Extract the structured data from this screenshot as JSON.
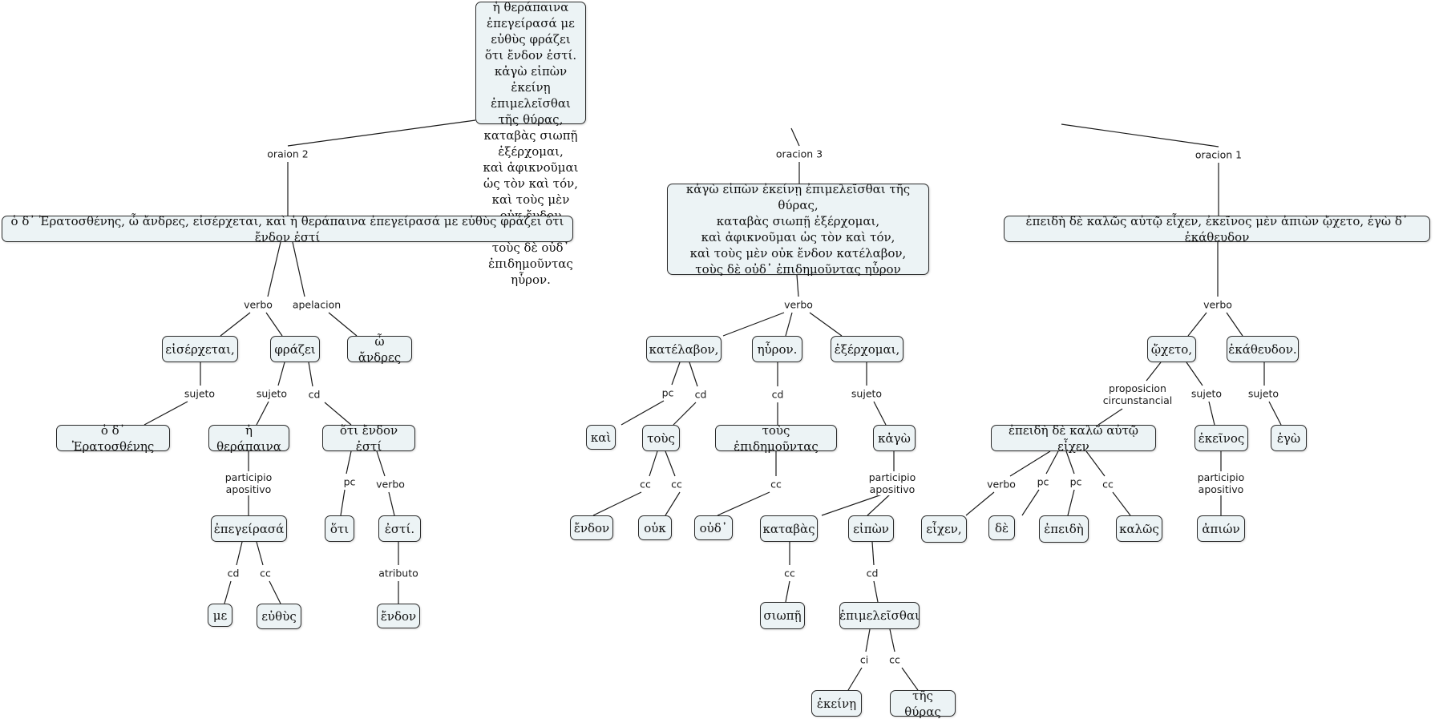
{
  "nodes": [
    {
      "id": "root",
      "text": "ἐπειδὴ δὲ καλῶς αὐτῷ εἶχεν, ἐκεῖνος μὲν ἀπιὼν ᾤχετο, ἐγὼ δ᾽ ἐκάθευδον.\nὁ δ᾽ Ἐρατοσθένης, ὦ ἄνδρες, εἰσέρχεται, καὶ ἡ θεράπαινα ἐπεγείρασά με εὐθὺς φράζει ὅτι ἔνδον ἐστί.\nκἀγὼ εἰπὼν ἐκείνῃ ἐπιμελεῖσθαι τῆς θύρας,\nκαταβὰς σιωπῇ ἐξέρχομαι,\nκαὶ ἀφικνοῦμαι ὡς τὸν καὶ τόν,\nκαὶ τοὺς μὲν οὐκ ἔνδον κατέλαβον,\nτοὺς δὲ οὐδ᾽ ἐπιδημοῦντας ηὗρον."
    },
    {
      "id": "s2",
      "text": "ὁ δ᾽ Ἐρατοσθένης, ὦ ἄνδρες, εἰσέρχεται, καὶ ἡ θεράπαινα ἐπεγείρασά με εὐθὺς φράζει ὅτι ἔνδον ἐστί"
    },
    {
      "id": "s3",
      "text": "κἀγὼ εἰπὼν ἐκείνῃ ἐπιμελεῖσθαι τῆς θύρας,\nκαταβὰς σιωπῇ ἐξέρχομαι,\nκαὶ ἀφικνοῦμαι ὡς τὸν καὶ τόν,\nκαὶ τοὺς μὲν οὐκ ἔνδον κατέλαβον,\nτοὺς δὲ οὐδ᾽ ἐπιδημοῦντας ηὗρον"
    },
    {
      "id": "s1",
      "text": "ἐπειδὴ δὲ καλῶς αὐτῷ εἶχεν, ἐκεῖνος μὲν ἀπιὼν ᾤχετο, ἐγὼ δ᾽ ἐκάθευδον"
    },
    {
      "id": "n_eiserchetai",
      "text": "εἰσέρχεται,"
    },
    {
      "id": "n_phrazei",
      "text": "φράζει"
    },
    {
      "id": "n_andres",
      "text": "ὦ ἄνδρες"
    },
    {
      "id": "n_eratosthenes",
      "text": "ὁ δ᾽ Ἐρατοσθένης"
    },
    {
      "id": "n_therapaina",
      "text": "ἡ θεράπαινα"
    },
    {
      "id": "n_hoti_endon",
      "text": "ὅτι ἔνδον ἐστί"
    },
    {
      "id": "n_epegeirasa",
      "text": "ἐπεγείρασά"
    },
    {
      "id": "n_hoti",
      "text": "ὅτι"
    },
    {
      "id": "n_esti",
      "text": "ἐστί."
    },
    {
      "id": "n_me",
      "text": "με"
    },
    {
      "id": "n_euthus",
      "text": "εὐθὺς"
    },
    {
      "id": "n_endon_a",
      "text": "ἔνδον"
    },
    {
      "id": "n_katelabon",
      "text": "κατέλαβον,"
    },
    {
      "id": "n_heuron",
      "text": "ηὗρον."
    },
    {
      "id": "n_exerchomai",
      "text": "ἐξέρχομαι,"
    },
    {
      "id": "n_kai",
      "text": "καὶ"
    },
    {
      "id": "n_tous",
      "text": "τοὺς"
    },
    {
      "id": "n_tous_epid",
      "text": "τοὺς   ἐπιδημοῦντας"
    },
    {
      "id": "n_kago",
      "text": "κἀγὼ"
    },
    {
      "id": "n_endon_b",
      "text": "ἔνδον"
    },
    {
      "id": "n_ouk",
      "text": "οὐκ"
    },
    {
      "id": "n_oud",
      "text": "οὐδ᾽"
    },
    {
      "id": "n_katabas",
      "text": "καταβὰς"
    },
    {
      "id": "n_eipon",
      "text": "εἰπὼν"
    },
    {
      "id": "n_siope",
      "text": "σιωπῇ"
    },
    {
      "id": "n_epimeleisthai",
      "text": "ἐπιμελεῖσθαι"
    },
    {
      "id": "n_ekeine",
      "text": "ἐκείνῃ"
    },
    {
      "id": "n_thuras",
      "text": "τῆς θύρας"
    },
    {
      "id": "n_ocheto",
      "text": "ᾤχετο,"
    },
    {
      "id": "n_ekatheudon",
      "text": "ἐκάθευδον."
    },
    {
      "id": "n_epeide_clause",
      "text": "ἐπειδὴ δὲ καλῶ αὐτῷ εἶχεν"
    },
    {
      "id": "n_ekeinos",
      "text": "ἐκεῖνος"
    },
    {
      "id": "n_ego",
      "text": "ἐγὼ"
    },
    {
      "id": "n_eichen",
      "text": "εἶχεν,"
    },
    {
      "id": "n_de",
      "text": "δὲ"
    },
    {
      "id": "n_epeide",
      "text": "ἐπειδὴ"
    },
    {
      "id": "n_kalos",
      "text": "καλῶς"
    },
    {
      "id": "n_apion",
      "text": "ἀπιών"
    }
  ],
  "labels": [
    {
      "id": "l_oraion2",
      "text": "oraion 2"
    },
    {
      "id": "l_oracion3",
      "text": "oracion 3"
    },
    {
      "id": "l_oracion1",
      "text": "oracion 1"
    },
    {
      "id": "l_verbo_s2",
      "text": "verbo"
    },
    {
      "id": "l_apelacion",
      "text": "apelacion"
    },
    {
      "id": "l_sujeto_eis",
      "text": "sujeto"
    },
    {
      "id": "l_sujeto_phr",
      "text": "sujeto"
    },
    {
      "id": "l_cd_phr",
      "text": "cd"
    },
    {
      "id": "l_partapos_ther",
      "text": "participio\napositivo"
    },
    {
      "id": "l_pc_hoti",
      "text": "pc"
    },
    {
      "id": "l_verbo_hoti",
      "text": "verbo"
    },
    {
      "id": "l_cd_epeg",
      "text": "cd"
    },
    {
      "id": "l_cc_epeg",
      "text": "cc"
    },
    {
      "id": "l_atributo",
      "text": "atributo"
    },
    {
      "id": "l_verbo_s3",
      "text": "verbo"
    },
    {
      "id": "l_pc_kat",
      "text": "pc"
    },
    {
      "id": "l_cd_kat",
      "text": "cd"
    },
    {
      "id": "l_cd_heur",
      "text": "cd"
    },
    {
      "id": "l_sujeto_exer",
      "text": "sujeto"
    },
    {
      "id": "l_cc_tous1",
      "text": "cc"
    },
    {
      "id": "l_cc_tous2",
      "text": "cc"
    },
    {
      "id": "l_cc_toused",
      "text": "cc"
    },
    {
      "id": "l_partapos_kago",
      "text": "participio\napositivo"
    },
    {
      "id": "l_cc_katabas",
      "text": "cc"
    },
    {
      "id": "l_cd_eipon",
      "text": "cd"
    },
    {
      "id": "l_ci",
      "text": "ci"
    },
    {
      "id": "l_cc_epim",
      "text": "cc"
    },
    {
      "id": "l_verbo_s1",
      "text": "verbo"
    },
    {
      "id": "l_propcirc",
      "text": "proposicion\ncircunstancial"
    },
    {
      "id": "l_sujeto_och",
      "text": "sujeto"
    },
    {
      "id": "l_sujeto_ekath",
      "text": "sujeto"
    },
    {
      "id": "l_verbo_epeide",
      "text": "verbo"
    },
    {
      "id": "l_pc_epeide1",
      "text": "pc"
    },
    {
      "id": "l_pc_epeide2",
      "text": "pc"
    },
    {
      "id": "l_cc_epeide",
      "text": "cc"
    },
    {
      "id": "l_partapos_ekeinos",
      "text": "participio\napositivo"
    }
  ]
}
